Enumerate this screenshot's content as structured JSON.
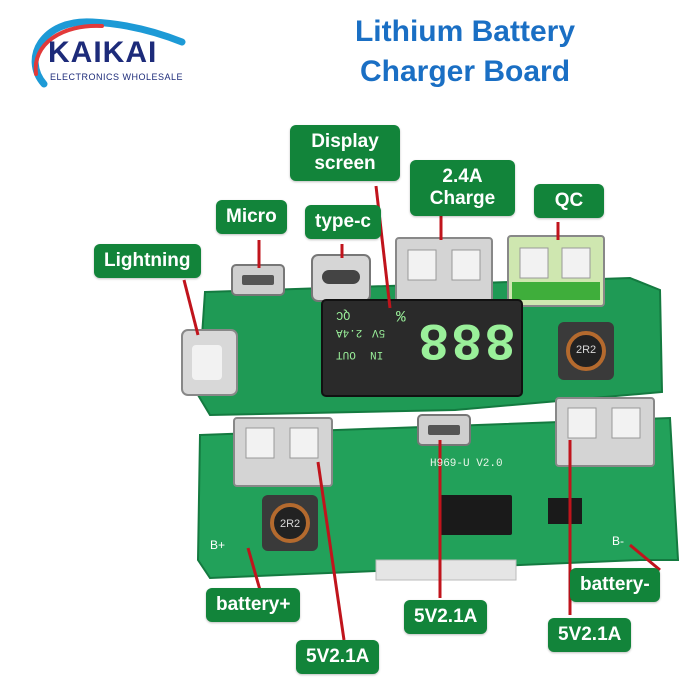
{
  "brand": {
    "name": "KAIKAI",
    "tagline": "ELECTRONICS WHOLESALE"
  },
  "title": {
    "line1": "Lithium Battery",
    "line2": "Charger Board"
  },
  "labels": {
    "display_screen_line1": "Display",
    "display_screen_line2": "screen",
    "charge_line1": "2.4A",
    "charge_line2": "Charge",
    "micro": "Micro",
    "type_c": "type-c",
    "qc": "QC",
    "lightning": "Lightning",
    "battery_plus": "battery+",
    "battery_minus": "battery-",
    "output_left": "5V2.1A",
    "output_center": "5V2.1A",
    "output_right": "5V2.1A"
  },
  "lcd": {
    "percent": "%",
    "qc": "QC",
    "amps": "2.4A",
    "volts": "5V",
    "in": "IN",
    "out": "OUT",
    "digits": "888"
  },
  "silkscreen": {
    "model": "H969-U V2.0",
    "b_plus": "B+",
    "b_minus": "B-",
    "inductor_left": "2R2",
    "inductor_top": "2R2"
  },
  "colors": {
    "label_bg": "#12843a",
    "title": "#1a6fc4",
    "brand": "#1d2b7a",
    "pcb": "#1f9a55",
    "arrow": "#c0141c",
    "lcd_digits": "#9af09a"
  }
}
